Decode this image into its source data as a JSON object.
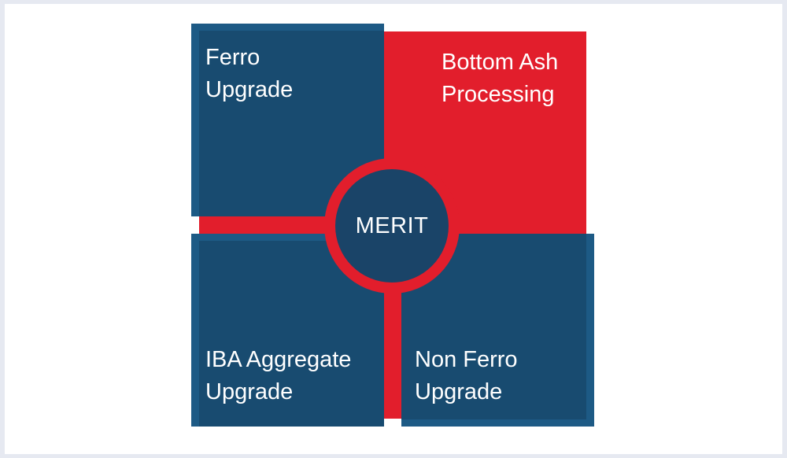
{
  "diagram": {
    "center": {
      "label": "MERIT"
    },
    "quadrants": {
      "top_left": {
        "label": "Ferro\nUpgrade"
      },
      "top_right": {
        "label": "Bottom Ash\nProcessing"
      },
      "bottom_left": {
        "label": "IBA Aggregate\nUpgrade"
      },
      "bottom_right": {
        "label": "Non Ferro\nUpgrade"
      }
    }
  },
  "colors": {
    "blue": "#184b70",
    "red": "#e21e2c",
    "core": "#1a4468",
    "background": "#e6e9f1"
  }
}
